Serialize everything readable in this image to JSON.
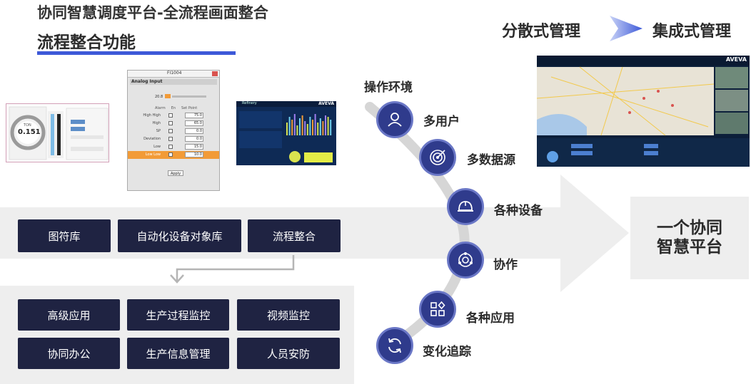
{
  "title": {
    "line1": "协同智慧调度平台-全流程画面整合",
    "line2": "流程整合功能"
  },
  "header": {
    "left": "分散式管理",
    "right": "集成式管理"
  },
  "screens": {
    "dialog": {
      "window_title": "FI1004",
      "section_title": "Analog Input",
      "bar_value": "20.8",
      "col_alarm": "Alarm",
      "col_en": "En",
      "col_setpoint": "Set Point",
      "rows": [
        {
          "label": "High High",
          "value": "75.0"
        },
        {
          "label": "High",
          "value": "65.0"
        },
        {
          "label": "SP",
          "value": "0.0"
        },
        {
          "label": "Deviation",
          "value": "0.0"
        },
        {
          "label": "Low",
          "value": "15.0"
        },
        {
          "label": "Low Low",
          "value": "10.0"
        }
      ],
      "apply_label": "Apply"
    },
    "gauge": {
      "unit": "TON",
      "value": "0.151"
    },
    "dash": {
      "brand": "AVEVA",
      "app": "Refinery"
    },
    "map": {
      "brand": "AVEVA"
    }
  },
  "band_buttons": [
    "图符库",
    "自动化设备对象库",
    "流程整合"
  ],
  "lower_buttons": [
    [
      "高级应用",
      "生产过程监控",
      "视频监控"
    ],
    [
      "协同办公",
      "生产信息管理",
      "人员安防"
    ]
  ],
  "env": {
    "title": "操作环境",
    "nodes": [
      {
        "label": "多用户",
        "icon": "users-icon"
      },
      {
        "label": "多数据源",
        "icon": "target-icon"
      },
      {
        "label": "各种设备",
        "icon": "hardhat-icon"
      },
      {
        "label": "协作",
        "icon": "collaboration-icon"
      },
      {
        "label": "各种应用",
        "icon": "apps-icon"
      },
      {
        "label": "变化追踪",
        "icon": "refresh-icon"
      }
    ]
  },
  "result": {
    "line1": "一个协同",
    "line2": "智慧平台"
  },
  "colors": {
    "navy": "#1f2342",
    "accent": "#3d59d8",
    "node": "#2f3b8c",
    "panel": "#eeeeee"
  }
}
